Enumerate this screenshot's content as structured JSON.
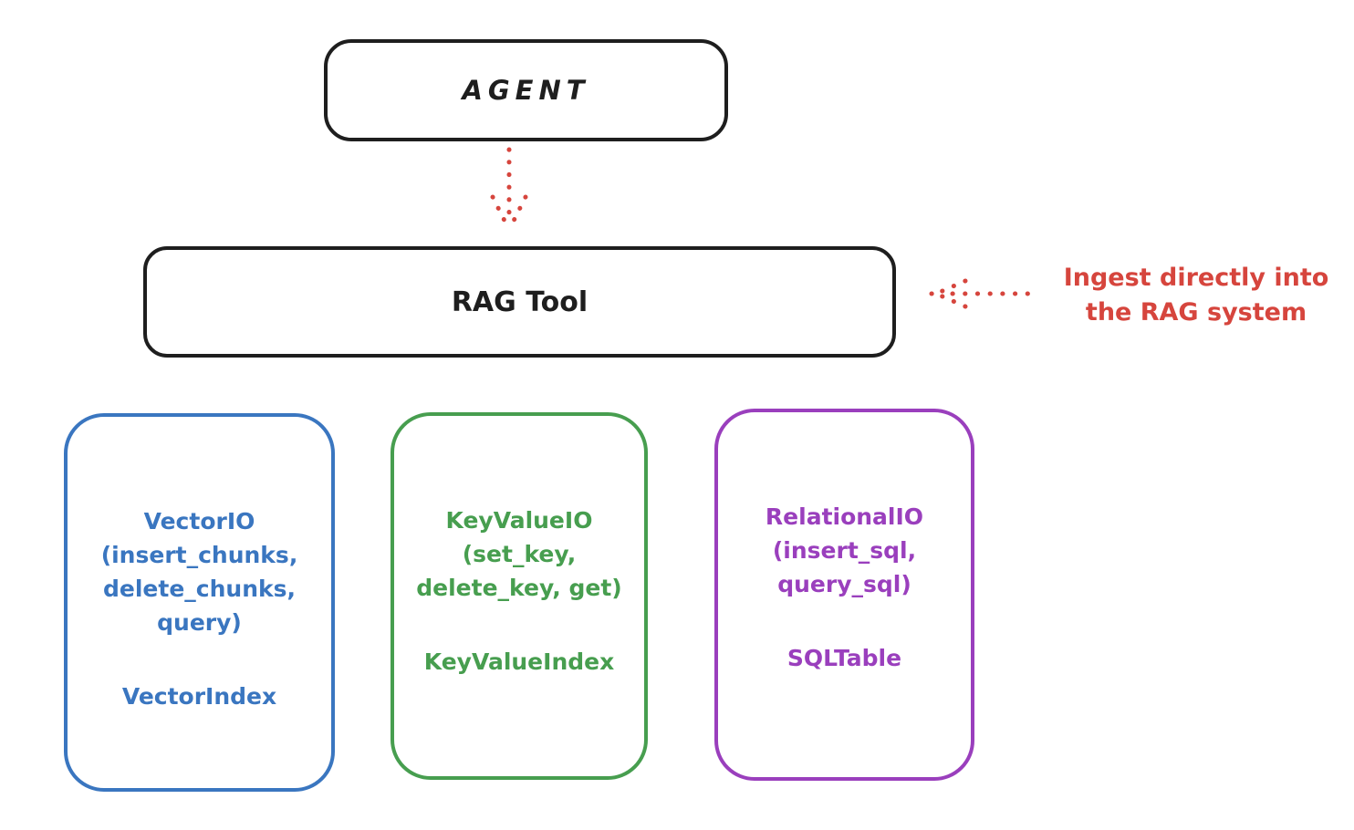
{
  "diagram": {
    "agent": {
      "label": "AGENT"
    },
    "rag_tool": {
      "label": "RAG Tool"
    },
    "annotation": {
      "line1": "Ingest directly into",
      "line2": "the RAG system"
    },
    "stores": [
      {
        "name": "vector-io",
        "lines": [
          "VectorIO",
          "(insert_chunks,",
          "delete_chunks,",
          "query)"
        ],
        "index_label": "VectorIndex",
        "color": "#3a76c0"
      },
      {
        "name": "key-value-io",
        "lines": [
          "KeyValueIO",
          "(set_key,",
          "delete_key, get)"
        ],
        "index_label": "KeyValueIndex",
        "color": "#479e4f"
      },
      {
        "name": "relational-io",
        "lines": [
          "RelationalIO",
          "(insert_sql,",
          "query_sql)"
        ],
        "index_label": "SQLTable",
        "color": "#9a3fbd"
      }
    ],
    "icons": {
      "agent_to_rag_arrow": "dotted-arrow-down",
      "ingest_arrow": "dotted-arrow-left"
    },
    "colors": {
      "stroke": "#1e1e1e",
      "accent_red": "#d6453d",
      "blue": "#3a76c0",
      "green": "#479e4f",
      "purple": "#9a3fbd",
      "background": "#ffffff"
    }
  }
}
